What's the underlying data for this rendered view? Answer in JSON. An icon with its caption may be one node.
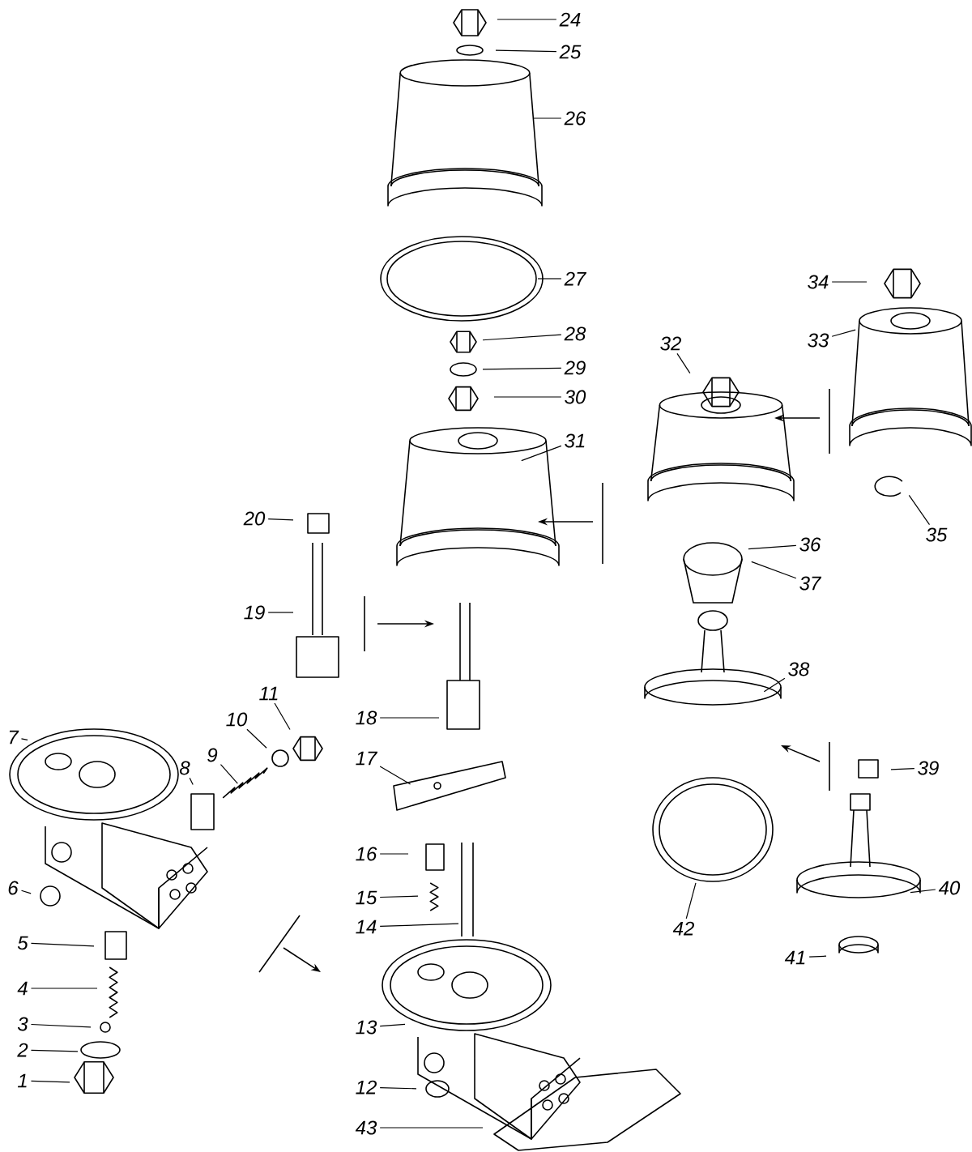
{
  "diagram": {
    "nodes": [
      {
        "text": [
          "1"
        ]
      },
      {
        "text": [
          "2"
        ]
      },
      {
        "text": [
          "3"
        ]
      },
      {
        "text": [
          "4"
        ]
      },
      {
        "text": [
          "5"
        ]
      },
      {
        "text": [
          "6"
        ]
      },
      {
        "text": [
          "7"
        ]
      },
      {
        "text": [
          "8"
        ]
      },
      {
        "text": [
          "9"
        ]
      },
      {
        "text": [
          "10"
        ]
      },
      {
        "text": [
          "11"
        ]
      },
      {
        "text": [
          "12"
        ]
      },
      {
        "text": [
          "13"
        ]
      },
      {
        "text": [
          "14"
        ]
      },
      {
        "text": [
          "15"
        ]
      },
      {
        "text": [
          "16"
        ]
      },
      {
        "text": [
          "17"
        ]
      },
      {
        "text": [
          "18"
        ]
      },
      {
        "text": [
          "19"
        ]
      },
      {
        "text": [
          "20"
        ]
      },
      {
        "text": [
          "24"
        ]
      },
      {
        "text": [
          "25"
        ]
      },
      {
        "text": [
          "26"
        ]
      },
      {
        "text": [
          "27"
        ]
      },
      {
        "text": [
          "28"
        ]
      },
      {
        "text": [
          "29"
        ]
      },
      {
        "text": [
          "30"
        ]
      },
      {
        "text": [
          "31"
        ]
      },
      {
        "text": [
          "32"
        ]
      },
      {
        "text": [
          "33"
        ]
      },
      {
        "text": [
          "34"
        ]
      },
      {
        "text": [
          "35"
        ]
      },
      {
        "text": [
          "36"
        ]
      },
      {
        "text": [
          "37"
        ]
      },
      {
        "text": [
          "38"
        ]
      },
      {
        "text": [
          "39"
        ]
      },
      {
        "text": [
          "40"
        ]
      },
      {
        "text": [
          "41"
        ]
      },
      {
        "text": [
          "42"
        ]
      },
      {
        "text": [
          "43"
        ]
      }
    ],
    "edges": [
      {
        "from": 0,
        "to": null,
        "arrow": "none"
      },
      {
        "from": 1,
        "to": null,
        "arrow": "none"
      },
      {
        "from": 2,
        "to": null,
        "arrow": "none"
      },
      {
        "from": 3,
        "to": null,
        "arrow": "none"
      },
      {
        "from": 4,
        "to": null,
        "arrow": "none"
      },
      {
        "from": 5,
        "to": null,
        "arrow": "none"
      },
      {
        "from": 6,
        "to": null,
        "arrow": "none"
      },
      {
        "from": 7,
        "to": null,
        "arrow": "none"
      },
      {
        "from": 8,
        "to": null,
        "arrow": "none"
      },
      {
        "from": 9,
        "to": null,
        "arrow": "none"
      },
      {
        "from": 10,
        "to": null,
        "arrow": "none"
      },
      {
        "from": 11,
        "to": null,
        "arrow": "none"
      },
      {
        "from": 12,
        "to": null,
        "arrow": "none"
      },
      {
        "from": 13,
        "to": null,
        "arrow": "none"
      },
      {
        "from": 14,
        "to": null,
        "arrow": "none"
      },
      {
        "from": 15,
        "to": null,
        "arrow": "none"
      },
      {
        "from": 16,
        "to": null,
        "arrow": "none"
      },
      {
        "from": 17,
        "to": null,
        "arrow": "none"
      },
      {
        "from": 18,
        "to": null,
        "arrow": "none"
      },
      {
        "from": 19,
        "to": null,
        "arrow": "none"
      },
      {
        "from": 20,
        "to": null,
        "arrow": "none"
      },
      {
        "from": 21,
        "to": null,
        "arrow": "none"
      },
      {
        "from": 22,
        "to": null,
        "arrow": "none"
      },
      {
        "from": 23,
        "to": null,
        "arrow": "none"
      },
      {
        "from": 24,
        "to": null,
        "arrow": "none"
      },
      {
        "from": 25,
        "to": null,
        "arrow": "none"
      },
      {
        "from": 26,
        "to": null,
        "arrow": "none"
      },
      {
        "from": 27,
        "to": null,
        "arrow": "none"
      },
      {
        "from": 28,
        "to": null,
        "arrow": "none"
      },
      {
        "from": 29,
        "to": null,
        "arrow": "none"
      },
      {
        "from": 30,
        "to": null,
        "arrow": "none"
      },
      {
        "from": 31,
        "to": null,
        "arrow": "none"
      },
      {
        "from": 32,
        "to": null,
        "arrow": "none"
      },
      {
        "from": 33,
        "to": null,
        "arrow": "none"
      },
      {
        "from": 34,
        "to": null,
        "arrow": "none"
      },
      {
        "from": 35,
        "to": null,
        "arrow": "none"
      },
      {
        "from": 36,
        "to": null,
        "arrow": "none"
      },
      {
        "from": 37,
        "to": null,
        "arrow": "none"
      },
      {
        "from": 38,
        "to": null,
        "arrow": "none"
      },
      {
        "from": 39,
        "to": null,
        "arrow": "none"
      }
    ]
  }
}
